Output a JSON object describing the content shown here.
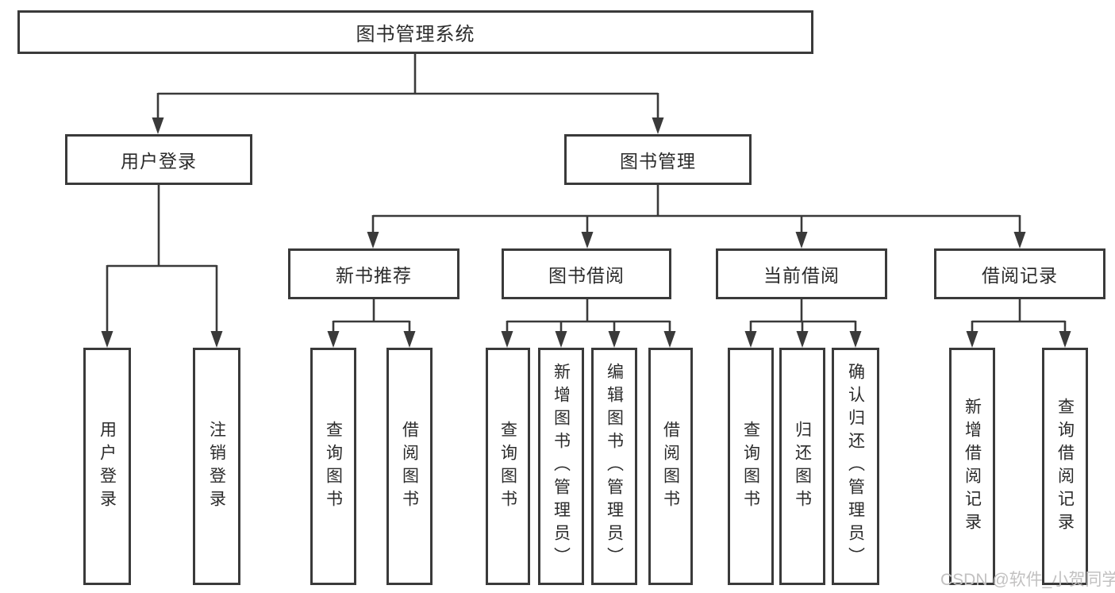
{
  "diagram": {
    "root_label": "图书管理系统",
    "branches": [
      {
        "label": "用户登录",
        "leaves": [
          "用户登录",
          "注销登录"
        ]
      },
      {
        "label": "图书管理",
        "groups": [
          {
            "label": "新书推荐",
            "leaves": [
              "查询图书",
              "借阅图书"
            ]
          },
          {
            "label": "图书借阅",
            "leaves": [
              "查询图书",
              "新增图书（管理员）",
              "编辑图书（管理员）",
              "借阅图书"
            ]
          },
          {
            "label": "当前借阅",
            "leaves": [
              "查询图书",
              "归还图书",
              "确认归还（管理员）"
            ]
          },
          {
            "label": "借阅记录",
            "leaves": [
              "新增借阅记录",
              "查询借阅记录"
            ]
          }
        ]
      }
    ]
  },
  "watermark": {
    "text": "CSDN @软件_小贺同学"
  },
  "colors": {
    "line": "#3a3a3a",
    "text": "#2b2b2b",
    "wm": "#c2c1c1",
    "bg": "#ffffff"
  }
}
